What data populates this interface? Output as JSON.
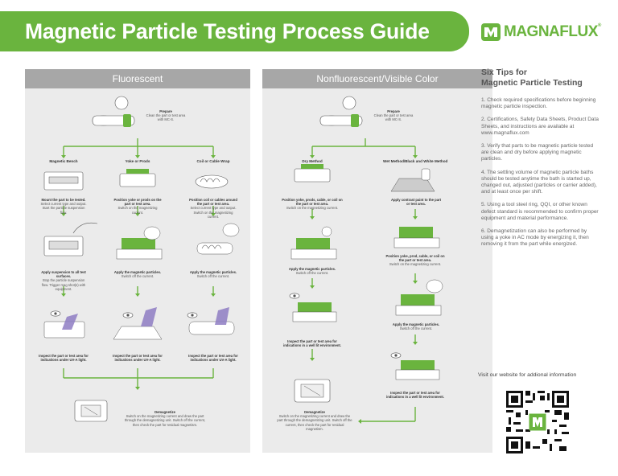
{
  "header": {
    "title": "Magnetic Particle Testing Process Guide",
    "logo_text": "MAGNAFLUX",
    "logo_tm": "®"
  },
  "colors": {
    "brand_green": "#6ab43e",
    "panel_bg": "#ebebeb",
    "panel_header": "#a7a7a7"
  },
  "fluorescent": {
    "title": "Fluorescent",
    "prepare_title": "Prepare",
    "prepare_text": "Clean the part or test area with MC-S.",
    "columns": [
      {
        "head": "Magnetic Bench",
        "step1_title": "Mount the part to be tested.",
        "step1_text": "Select current type and output. Start the particle suspension flow.",
        "step2_title": "Apply suspension to all test surfaces.",
        "step2_text": "Stop the particle suspension flow. Trigger mag shot(s) with equipment.",
        "step3_title": "Inspect the part or test area for indications under UV-A light."
      },
      {
        "head": "Yoke or Prods",
        "step1_title": "Position yoke or prods on the part or test area.",
        "step1_text": "Switch on the magnetizing current.",
        "step2_title": "Apply the magnetic particles.",
        "step2_text": "Switch off the current.",
        "step3_title": "Inspect the part or test area for indications under UV-A light."
      },
      {
        "head": "Coil or Cable Wrap",
        "step1_title": "Position coil or cables around the part or test area.",
        "step1_text": "Select current type and output. Switch on the magnetizing current.",
        "step2_title": "Apply the magnetic particles.",
        "step2_text": "Switch off the current.",
        "step3_title": "Inspect the part or test area for indications under UV-A light."
      }
    ],
    "demag_title": "Demagnetize",
    "demag_text": "Switch on the magnetizing current and draw the part through the demagnetizing unit. Switch off the current, then check the part for residual magnetism."
  },
  "nonfluorescent": {
    "title": "Nonfluorescent/Visible Color",
    "prepare_title": "Prepare",
    "prepare_text": "Clean the part or test area with MC-S.",
    "col1_head": "Dry Method",
    "col1_step1_title": "Position yoke, prods, cable, or coil on the part or test area.",
    "col1_step1_text": "Switch on the magnetizing current.",
    "col1_step2_title": "Apply the magnetic particles.",
    "col1_step2_text": "Switch off the current.",
    "col1_step3_title": "Inspect the part or test area for indications in a well lit environment.",
    "col2_head": "Wet Method/Black and White Method",
    "col2_step1_title": "Apply contrast paint to the part or test area.",
    "col2_step2_title": "Position yoke, prod, cable, or coil on the part or test area.",
    "col2_step2_text": "Switch on the magnetizing current.",
    "col2_step3_title": "Apply the magnetic particles.",
    "col2_step3_text": "Switch off the current.",
    "col2_step4_title": "Inspect the part or test area for indications in a well lit environment.",
    "demag_title": "Demagnetize",
    "demag_text": "Switch on the magnetizing current and draw the part through the demagnetizing unit. Switch off the current, then check the part for residual magnetism."
  },
  "tips": {
    "title_line1": "Six Tips for",
    "title_line2": "Magnetic Particle Testing",
    "items": [
      "1. Check required specifications before beginning magnetic particle inspection.",
      "2. Certifications, Safety Data Sheets, Product Data Sheets, and instructions are available at www.magnaflux.com",
      "3. Verify that parts to be magnetic particle tested are clean and dry before applying magnetic particles.",
      "4. The settling volume of magnetic particle baths should be tested anytime the bath is started up, changed out, adjusted (particles or carrier added), and at least once per shift.",
      "5. Using a tool steel ring, QQI, or other known defect standard is recommended to confirm proper equipment and material performance.",
      "6. Demagnetization can also be performed by using a yoke in AC mode by energizing it, then removing it from the part while energized."
    ]
  },
  "visit": "Visit our website for addional information",
  "icons": [
    "magnaflux-logo-icon",
    "spray-can-icon",
    "eye-icon",
    "yoke-icon",
    "uv-lamp-icon",
    "coil-icon",
    "demagnetizer-icon",
    "qr-code-icon"
  ]
}
